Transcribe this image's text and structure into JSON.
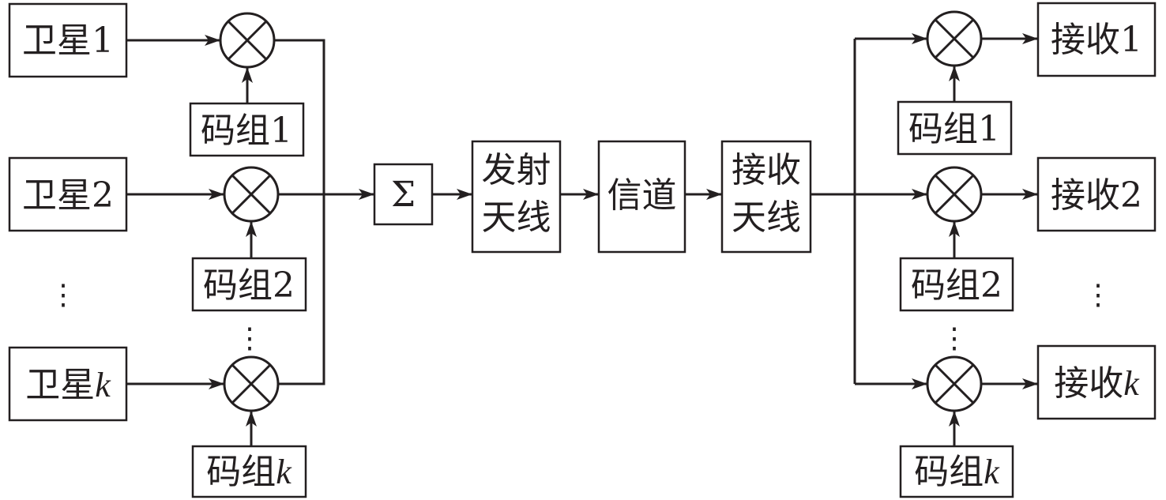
{
  "transmitter": {
    "satellites": [
      {
        "prefix": "卫星",
        "index": "1",
        "italic": false
      },
      {
        "prefix": "卫星",
        "index": "2",
        "italic": false
      },
      {
        "prefix": "卫星",
        "index": "k",
        "italic": true
      }
    ],
    "codes": [
      {
        "prefix": "码组",
        "index": "1",
        "italic": false
      },
      {
        "prefix": "码组",
        "index": "2",
        "italic": false
      },
      {
        "prefix": "码组",
        "index": "k",
        "italic": true
      }
    ]
  },
  "chain": {
    "sum": "Σ",
    "tx_antenna": [
      "发射",
      "天线"
    ],
    "channel": "信道",
    "rx_antenna": [
      "接收",
      "天线"
    ]
  },
  "receiver": {
    "outputs": [
      {
        "prefix": "接收",
        "index": "1",
        "italic": false
      },
      {
        "prefix": "接收",
        "index": "2",
        "italic": false
      },
      {
        "prefix": "接收",
        "index": "k",
        "italic": true
      }
    ],
    "codes": [
      {
        "prefix": "码组",
        "index": "1",
        "italic": false
      },
      {
        "prefix": "码组",
        "index": "2",
        "italic": false
      },
      {
        "prefix": "码组",
        "index": "k",
        "italic": true
      }
    ]
  },
  "ellipsis": "⋮",
  "colors": {
    "stroke": "#231f20",
    "background": "#ffffff"
  }
}
